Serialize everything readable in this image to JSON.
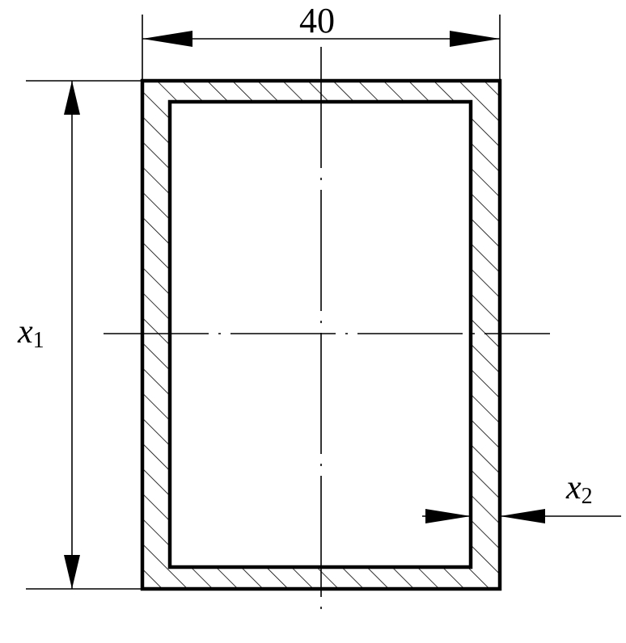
{
  "diagram": {
    "width_label": "40",
    "height_label": {
      "var": "x",
      "sub": "1"
    },
    "thickness_label": {
      "var": "x",
      "sub": "2"
    },
    "colors": {
      "ink": "#000000",
      "background": "#ffffff"
    }
  }
}
